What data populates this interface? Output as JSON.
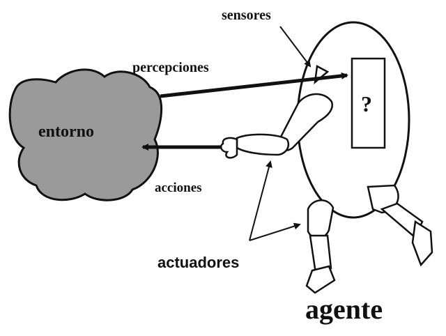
{
  "labels": {
    "sensores": "sensores",
    "percepciones": "percepciones",
    "entorno": "entorno",
    "acciones": "acciones",
    "actuadores": "actuadores",
    "agente": "agente",
    "unknown": "?"
  }
}
